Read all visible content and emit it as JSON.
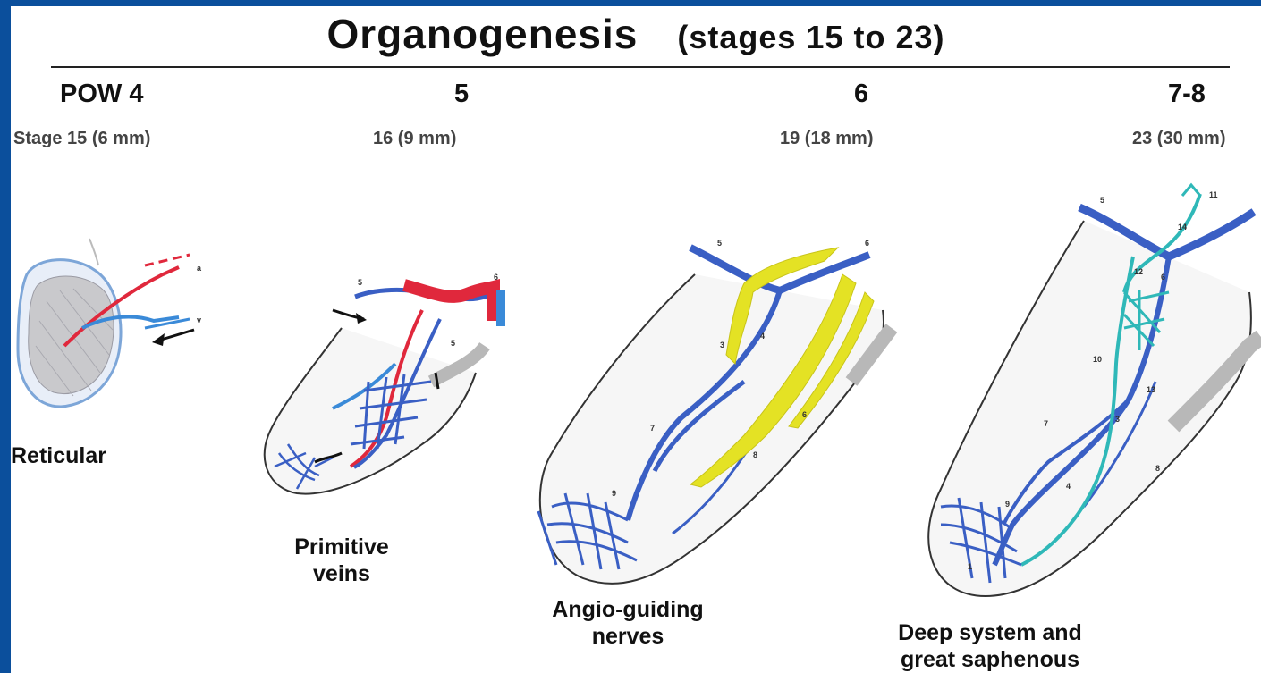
{
  "title": "Organogenesis",
  "subtitle": "(stages 15 to 23)",
  "columns": [
    {
      "week": "POW 4",
      "stage": "Stage 15 (6 mm)",
      "caption_lines": [
        "Reticular"
      ]
    },
    {
      "week": "5",
      "stage": "16 (9 mm)",
      "caption_lines": [
        "Primitive",
        "veins"
      ]
    },
    {
      "week": "6",
      "stage": "19 (18 mm)",
      "caption_lines": [
        "Angio-guiding",
        "nerves"
      ]
    },
    {
      "week": "7-8",
      "stage": "23 (30 mm)",
      "caption_lines": [
        "Deep system and",
        "great saphenous"
      ]
    }
  ],
  "colors": {
    "background": "#0b4f9c",
    "artery": "#e0283c",
    "vein": "#3a5fc4",
    "saphenous": "#2fb8b8",
    "nerve": "#e4e224"
  }
}
